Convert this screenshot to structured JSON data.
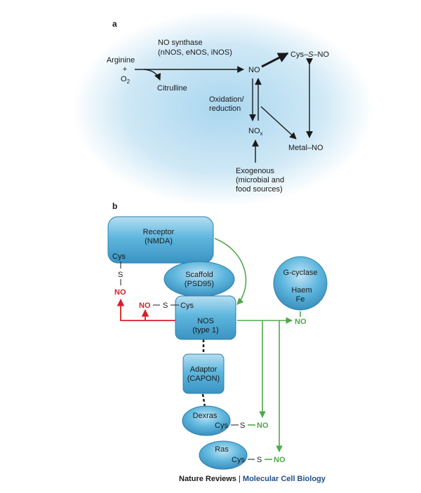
{
  "panel_a": {
    "letter": "a",
    "arginine": "Arginine",
    "plus": "+",
    "o2": "O",
    "o2_sub": "2",
    "synthase_title": "NO synthase",
    "synthase_types": "(nNOS, eNOS, iNOS)",
    "no": "NO",
    "citrulline": "Citrulline",
    "cys_s": "Cys–",
    "cys_s_italic": "S",
    "cys_s_no": "–NO",
    "oxidation_line1": "Oxidation/",
    "oxidation_line2": "reduction",
    "nox": "NO",
    "nox_sub": "x",
    "metal_no": "Metal–NO",
    "exo_line1": "Exogenous",
    "exo_line2": "(microbial and",
    "exo_line3": "food sources)"
  },
  "panel_b": {
    "letter": "b",
    "receptor_line1": "Receptor",
    "receptor_line2": "(NMDA)",
    "receptor_cys": "Cys",
    "receptor_s": "S",
    "receptor_no": "NO",
    "scaffold_line1": "Scaffold",
    "scaffold_line2": "(PSD95)",
    "nos_no": "NO",
    "nos_s": "S",
    "nos_cys": "Cys",
    "nos_line1": "NOS",
    "nos_line2": "(type 1)",
    "gcyclase": "G-cyclase",
    "haem": "Haem",
    "fe": "Fe",
    "gc_no": "NO",
    "adaptor_line1": "Adaptor",
    "adaptor_line2": "(CAPON)",
    "dexras": "Dexras",
    "dexras_cys": "Cys",
    "dexras_s": "S",
    "dexras_no": "NO",
    "ras": "Ras",
    "ras_cys": "Cys",
    "ras_s": "S",
    "ras_no": "NO"
  },
  "footer": {
    "journal": "Nature Reviews",
    "sep": " | ",
    "subject": "Molecular Cell Biology"
  },
  "colors": {
    "node_fill": "#5fb7de",
    "node_stroke": "#2f7fa8",
    "red": "#d4202a",
    "green": "#4fa84a",
    "halo": "#c9e6f5"
  }
}
